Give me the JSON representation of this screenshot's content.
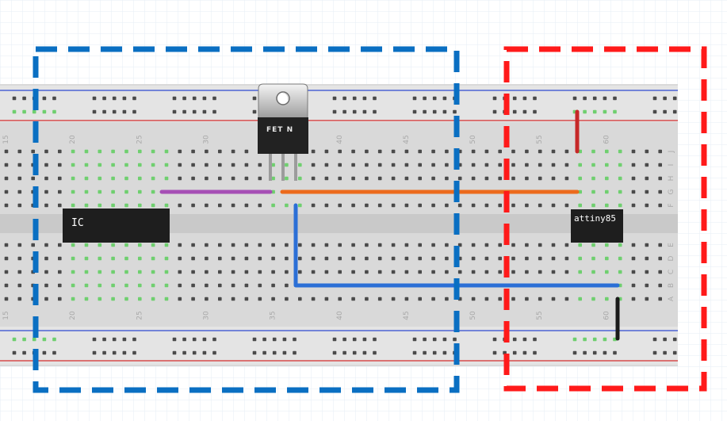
{
  "colors": {
    "background": "#ffffff",
    "grid": "#e6eef5",
    "breadboard": "#d8d8d8",
    "rail_line_blue": "#2d4bd1",
    "rail_line_red": "#d32f2f",
    "hole": "#4a4a4a",
    "hole_connected": "#6fcf6f",
    "region_left": "#0a6fc2",
    "region_right": "#ff1a1a",
    "wire_purple": "#a64fb5",
    "wire_orange": "#ec6a1c",
    "wire_blue": "#2b6fd6",
    "wire_red": "#c62828",
    "wire_black": "#1a1a1a"
  },
  "column_numbers": [
    "15",
    "20",
    "25",
    "30",
    "35",
    "40",
    "45",
    "50",
    "55",
    "60"
  ],
  "row_letters_top": [
    "J",
    "I",
    "H",
    "G",
    "F"
  ],
  "row_letters_bottom": [
    "E",
    "D",
    "C",
    "B",
    "A"
  ],
  "components": {
    "ic_label": "IC",
    "fet_label": "FET N",
    "attiny_label": "attiny85"
  },
  "wires": [
    {
      "name": "purple-wire",
      "color": "wire_purple"
    },
    {
      "name": "orange-wire",
      "color": "wire_orange"
    },
    {
      "name": "blue-wire",
      "color": "wire_blue"
    },
    {
      "name": "red-wire",
      "color": "wire_red"
    },
    {
      "name": "black-wire",
      "color": "wire_black"
    }
  ]
}
